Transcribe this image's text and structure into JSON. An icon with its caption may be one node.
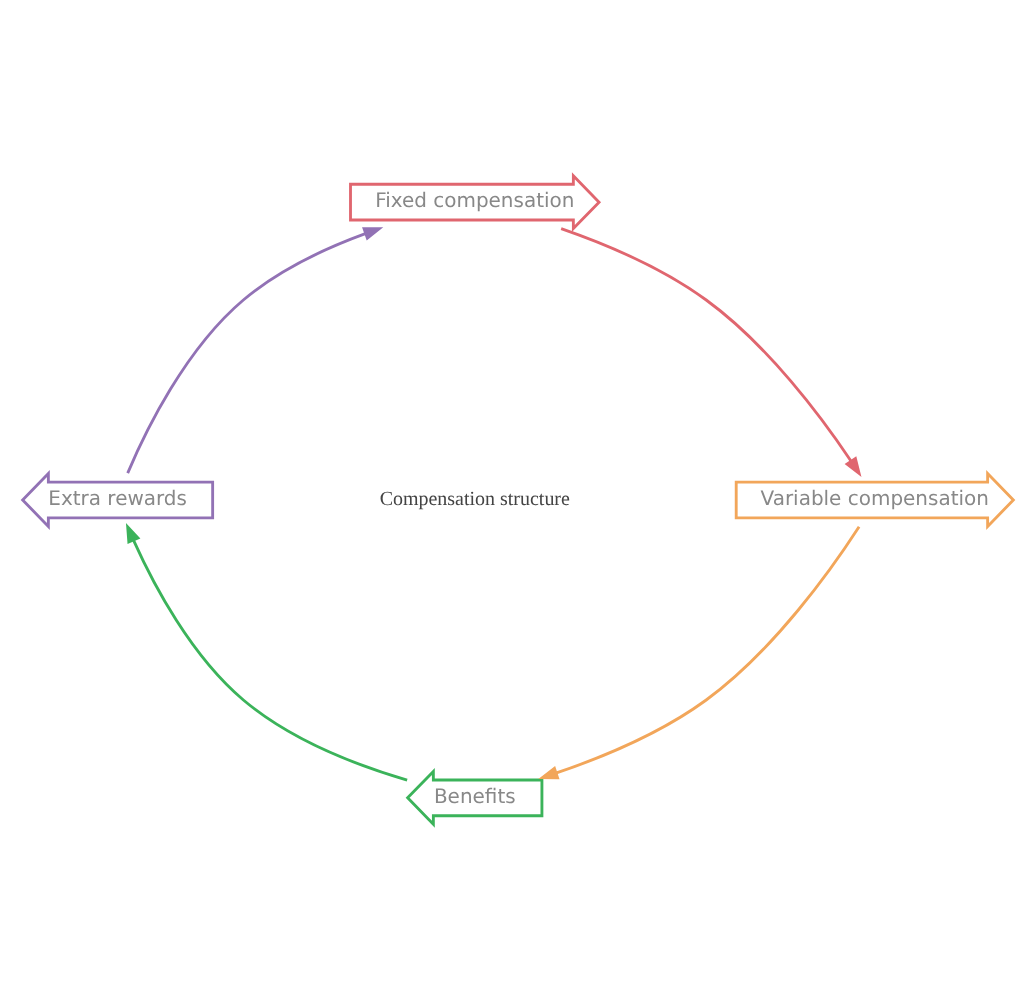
{
  "diagram": {
    "nodes": [
      {
        "text": [
          "Compensation structure"
        ]
      },
      {
        "text": [
          "Fixed compensation"
        ]
      },
      {
        "text": [
          "Variable compensation"
        ]
      },
      {
        "text": [
          "Benefits"
        ]
      },
      {
        "text": [
          "Extra rewards"
        ]
      }
    ],
    "edges": [
      {
        "from": 1,
        "to": 2,
        "arrow": "to",
        "color": "#e0666f"
      },
      {
        "from": 2,
        "to": 3,
        "arrow": "to",
        "color": "#f2a65a"
      },
      {
        "from": 3,
        "to": 4,
        "arrow": "to",
        "color": "#3bb35a"
      },
      {
        "from": 4,
        "to": 1,
        "arrow": "to",
        "color": "#9272b5"
      }
    ]
  }
}
